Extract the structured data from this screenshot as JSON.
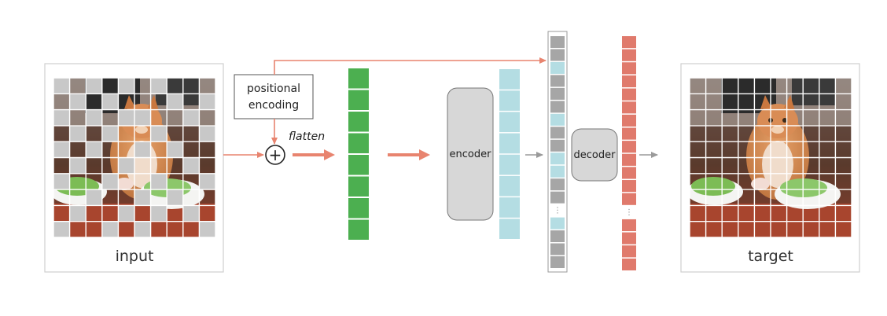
{
  "labels": {
    "input": "input",
    "target": "target",
    "positional_encoding_line1": "positional",
    "positional_encoding_line2": "encoding",
    "flatten": "flatten",
    "encoder": "encoder",
    "decoder": "decoder",
    "plus": "+"
  },
  "colors": {
    "arrow": "#e8846f",
    "gray_arrow": "#9a9a9a",
    "green_token": "#4caf50",
    "cyan_token": "#b4dde3",
    "red_token": "#e07a6c",
    "gray_token": "#a6a6a6",
    "mask": "#c8c8c8",
    "block_fill": "#d7d7d7"
  },
  "grid": {
    "rows": 10,
    "cols": 10
  },
  "masked_patches": [
    [
      0,
      0
    ],
    [
      0,
      2
    ],
    [
      0,
      4
    ],
    [
      0,
      6
    ],
    [
      1,
      1
    ],
    [
      1,
      3
    ],
    [
      1,
      7
    ],
    [
      1,
      9
    ],
    [
      2,
      0
    ],
    [
      2,
      2
    ],
    [
      2,
      4
    ],
    [
      2,
      5
    ],
    [
      2,
      8
    ],
    [
      3,
      1
    ],
    [
      3,
      3
    ],
    [
      3,
      6
    ],
    [
      3,
      9
    ],
    [
      4,
      0
    ],
    [
      4,
      2
    ],
    [
      4,
      5
    ],
    [
      4,
      7
    ],
    [
      5,
      1
    ],
    [
      5,
      4
    ],
    [
      5,
      8
    ],
    [
      6,
      0
    ],
    [
      6,
      3
    ],
    [
      6,
      6
    ],
    [
      6,
      9
    ],
    [
      7,
      2
    ],
    [
      7,
      5
    ],
    [
      7,
      7
    ],
    [
      8,
      1
    ],
    [
      8,
      4
    ],
    [
      8,
      6
    ],
    [
      8,
      8
    ],
    [
      9,
      0
    ],
    [
      9,
      3
    ],
    [
      9,
      5
    ],
    [
      9,
      9
    ]
  ],
  "tokens": {
    "green_count": 8,
    "cyan_count": 8,
    "decoder_input": [
      "gray",
      "gray",
      "cyan",
      "gray",
      "gray",
      "gray",
      "cyan",
      "gray",
      "gray",
      "cyan",
      "cyan",
      "gray",
      "gray",
      "dots",
      "cyan",
      "gray",
      "gray",
      "gray"
    ],
    "decoder_output_count": 18,
    "decoder_output_dots_at": 13
  }
}
